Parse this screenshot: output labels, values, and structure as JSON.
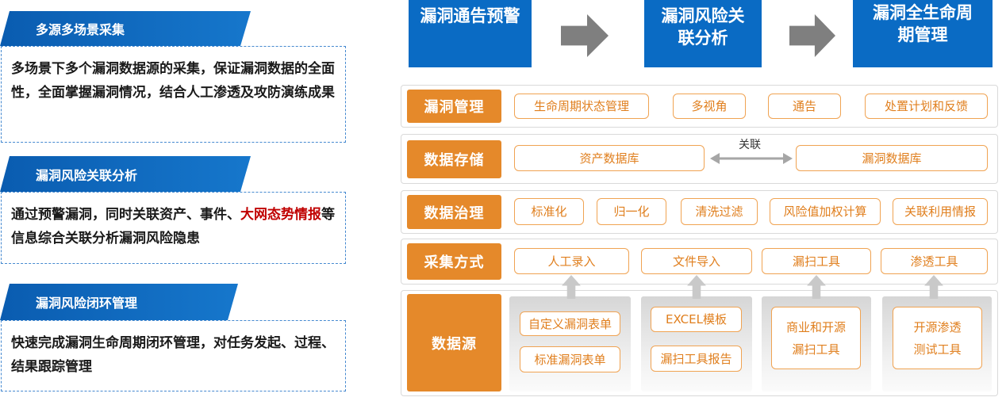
{
  "left_sections": [
    {
      "title": "多源多场景采集",
      "lines": [
        "多场景下多个漏洞数据源的采集，保证漏洞数据的全面",
        "性，全面掌握漏洞情况，结合人工渗透及攻防演练成果"
      ]
    },
    {
      "title": "漏洞风险关联分析",
      "line1": {
        "before": "通过预警漏洞，同时关联资产、事件、",
        "highlight": "大网态势情报",
        "after": "等"
      },
      "line2": "信息综合关联分析漏洞风险隐患"
    },
    {
      "title": "漏洞风险闭环管理",
      "lines": [
        "快速完成漏洞生命周期闭环管理，对任务发起、过程、",
        "结果跟踪管理"
      ]
    }
  ],
  "flow": [
    {
      "lines": [
        "漏洞通告预警"
      ]
    },
    {
      "lines": [
        "漏洞风险关",
        "联分析"
      ]
    },
    {
      "lines": [
        "漏洞全生命周",
        "期管理"
      ]
    }
  ],
  "layers": {
    "management": {
      "label": "漏洞管理",
      "items": [
        "生命周期状态管理",
        "多视角",
        "通告",
        "处置计划和反馈"
      ]
    },
    "storage": {
      "label": "数据存储",
      "left_item": "资产数据库",
      "relation": "关联",
      "right_item": "漏洞数据库"
    },
    "governance": {
      "label": "数据治理",
      "items": [
        "标准化",
        "归一化",
        "清洗过滤",
        "风险值加权计算",
        "关联利用情报"
      ]
    },
    "collection": {
      "label": "采集方式",
      "items": [
        "人工录入",
        "文件导入",
        "漏扫工具",
        "渗透工具"
      ]
    },
    "sources": {
      "label": "数据源",
      "groups": [
        [
          {
            "lines": [
              "自定义漏洞表单"
            ]
          },
          {
            "lines": [
              "标准漏洞表单"
            ]
          }
        ],
        [
          {
            "lines": [
              "EXCEL模板"
            ]
          },
          {
            "lines": [
              "漏扫工具报告"
            ]
          }
        ],
        [
          {
            "lines": [
              "商业和开源",
              "漏扫工具"
            ]
          }
        ],
        [
          {
            "lines": [
              "开源渗透",
              "测试工具"
            ]
          }
        ]
      ]
    }
  },
  "icons": {
    "flow_arrow": "right-arrow-icon",
    "relation_arrow": "bidirectional-arrow-icon",
    "source_arrow": "up-arrow-icon"
  },
  "colors": {
    "blue": "#0a6bc4",
    "orange": "#e5892a",
    "orange_border": "#f0a352",
    "highlight": "#c00000",
    "arrow_gray": "#7f7f7f"
  }
}
